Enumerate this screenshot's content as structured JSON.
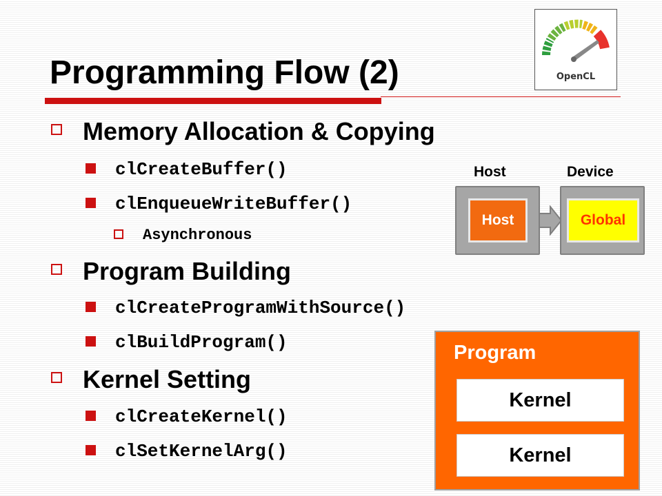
{
  "slide": {
    "title": "Programming Flow (2)",
    "logo": {
      "text": "OpenCL"
    }
  },
  "sections": [
    {
      "heading": "Memory Allocation & Copying",
      "items": [
        {
          "text": "clCreateBuffer()"
        },
        {
          "text": "clEnqueueWriteBuffer()",
          "sub": [
            "Asynchronous"
          ]
        }
      ]
    },
    {
      "heading": "Program Building",
      "items": [
        {
          "text": "clCreateProgramWithSource()"
        },
        {
          "text": "clBuildProgram()"
        }
      ]
    },
    {
      "heading": "Kernel Setting",
      "items": [
        {
          "text": "clCreateKernel()"
        },
        {
          "text": "clSetKernelArg()"
        }
      ]
    }
  ],
  "memory_diagram": {
    "host_label": "Host",
    "device_label": "Device",
    "host_box": "Host",
    "device_box": "Global"
  },
  "program_diagram": {
    "label": "Program",
    "kernels": [
      "Kernel",
      "Kernel"
    ]
  },
  "colors": {
    "accent_red": "#cc1111",
    "program_orange": "#ff6600",
    "host_orange": "#f26a10",
    "global_yellow": "#ffff00"
  }
}
